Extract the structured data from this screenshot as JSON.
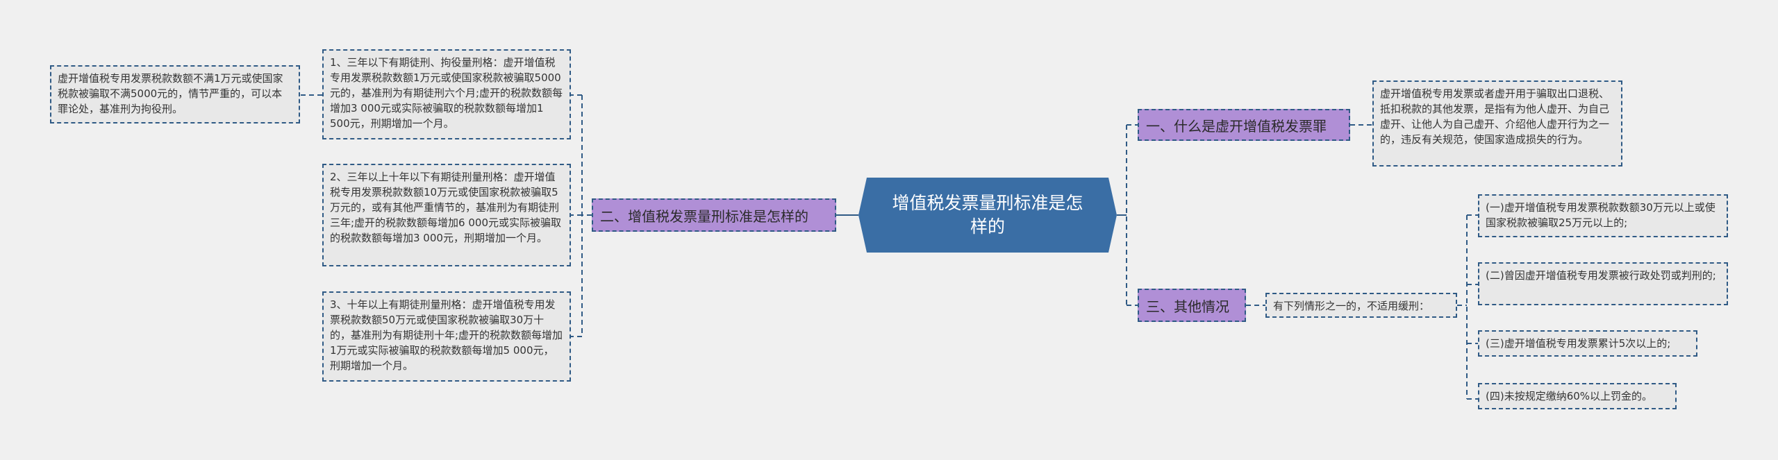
{
  "root": {
    "title": "增值税发票量刑标准是怎样的"
  },
  "branches": [
    {
      "label": "一、什么是虚开增值税发票罪",
      "children": [
        {
          "text": "虚开增值税专用发票或者虚开用于骗取出口退税、抵扣税款的其他发票，是指有为他人虚开、为自己虚开、让他人为自己虚开、介绍他人虚开行为之一的，违反有关规范，使国家造成损失的行为。"
        }
      ]
    },
    {
      "label": "二、增值税发票量刑标准是怎样的",
      "children": [
        {
          "text": "1、三年以下有期徒刑、拘役量刑格：虚开增值税专用发票税款数额1万元或使国家税款被骗取5000元的，基准刑为有期徒刑六个月;虚开的税款数额每增加3 000元或实际被骗取的税款数额每增加1 500元，刑期增加一个月。",
          "children": [
            {
              "text": "虚开增值税专用发票税款数额不满1万元或使国家税款被骗取不满5000元的，情节严重的，可以本罪论处，基准刑为拘役刑。"
            }
          ]
        },
        {
          "text": "2、三年以上十年以下有期徒刑量刑格：虚开增值税专用发票税款数额10万元或使国家税款被骗取5万元的，或有其他严重情节的，基准刑为有期徒刑三年;虚开的税款数额每增加6 000元或实际被骗取的税款数额每增加3 000元，刑期增加一个月。"
        },
        {
          "text": "3、十年以上有期徒刑量刑格：虚开增值税专用发票税款数额50万元或使国家税款被骗取30万十的，基准刑为有期徒刑十年;虚开的税款数额每增加1万元或实际被骗取的税款数额每增加5 000元，刑期增加一个月。"
        }
      ]
    },
    {
      "label": "三、其他情况",
      "children": [
        {
          "text": "有下列情形之一的，不适用缓刑：",
          "children": [
            {
              "text": "(一)虚开增值税专用发票税款数额30万元以上或使国家税款被骗取25万元以上的;"
            },
            {
              "text": "(二)曾因虚开增值税专用发票被行政处罚或判刑的;"
            },
            {
              "text": "(三)虚开增值税专用发票累计5次以上的;"
            },
            {
              "text": "(四)未按规定缴纳60%以上罚金的。"
            }
          ]
        }
      ]
    }
  ],
  "colors": {
    "background": "#f0f0f0",
    "root_fill": "#3a6ea5",
    "branch_fill": "#b08fd6",
    "leaf_fill": "#e8e8e8",
    "connector": "#2f5a85"
  }
}
